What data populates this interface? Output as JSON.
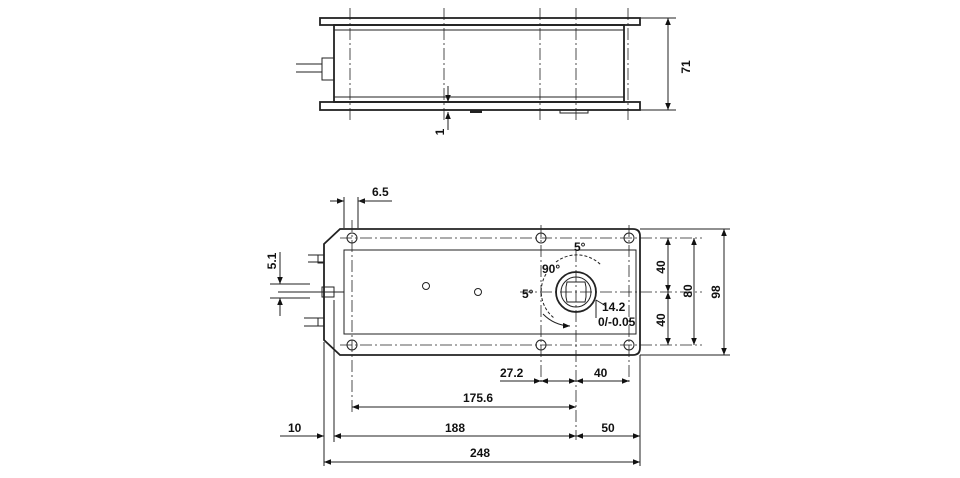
{
  "diagram": {
    "dimensions": {
      "overall_height": "71",
      "base_gap": "1",
      "hole_offset": "6.5",
      "connector_pitch": "5.1",
      "upper_half": "40",
      "lower_half": "40",
      "hole_span": "80",
      "body_height": "98",
      "angle_small_top": "5°",
      "angle_rotation": "90°",
      "angle_small_left": "5°",
      "shaft_size": "14.2",
      "shaft_tolerance": "0/-0.05",
      "hole_to_shaft": "27.2",
      "shaft_to_hole": "40",
      "hole_to_shaft_long": "175.6",
      "connector_offset": "10",
      "edge_to_shaft": "188",
      "shaft_to_edge": "50",
      "overall_length": "248"
    }
  }
}
